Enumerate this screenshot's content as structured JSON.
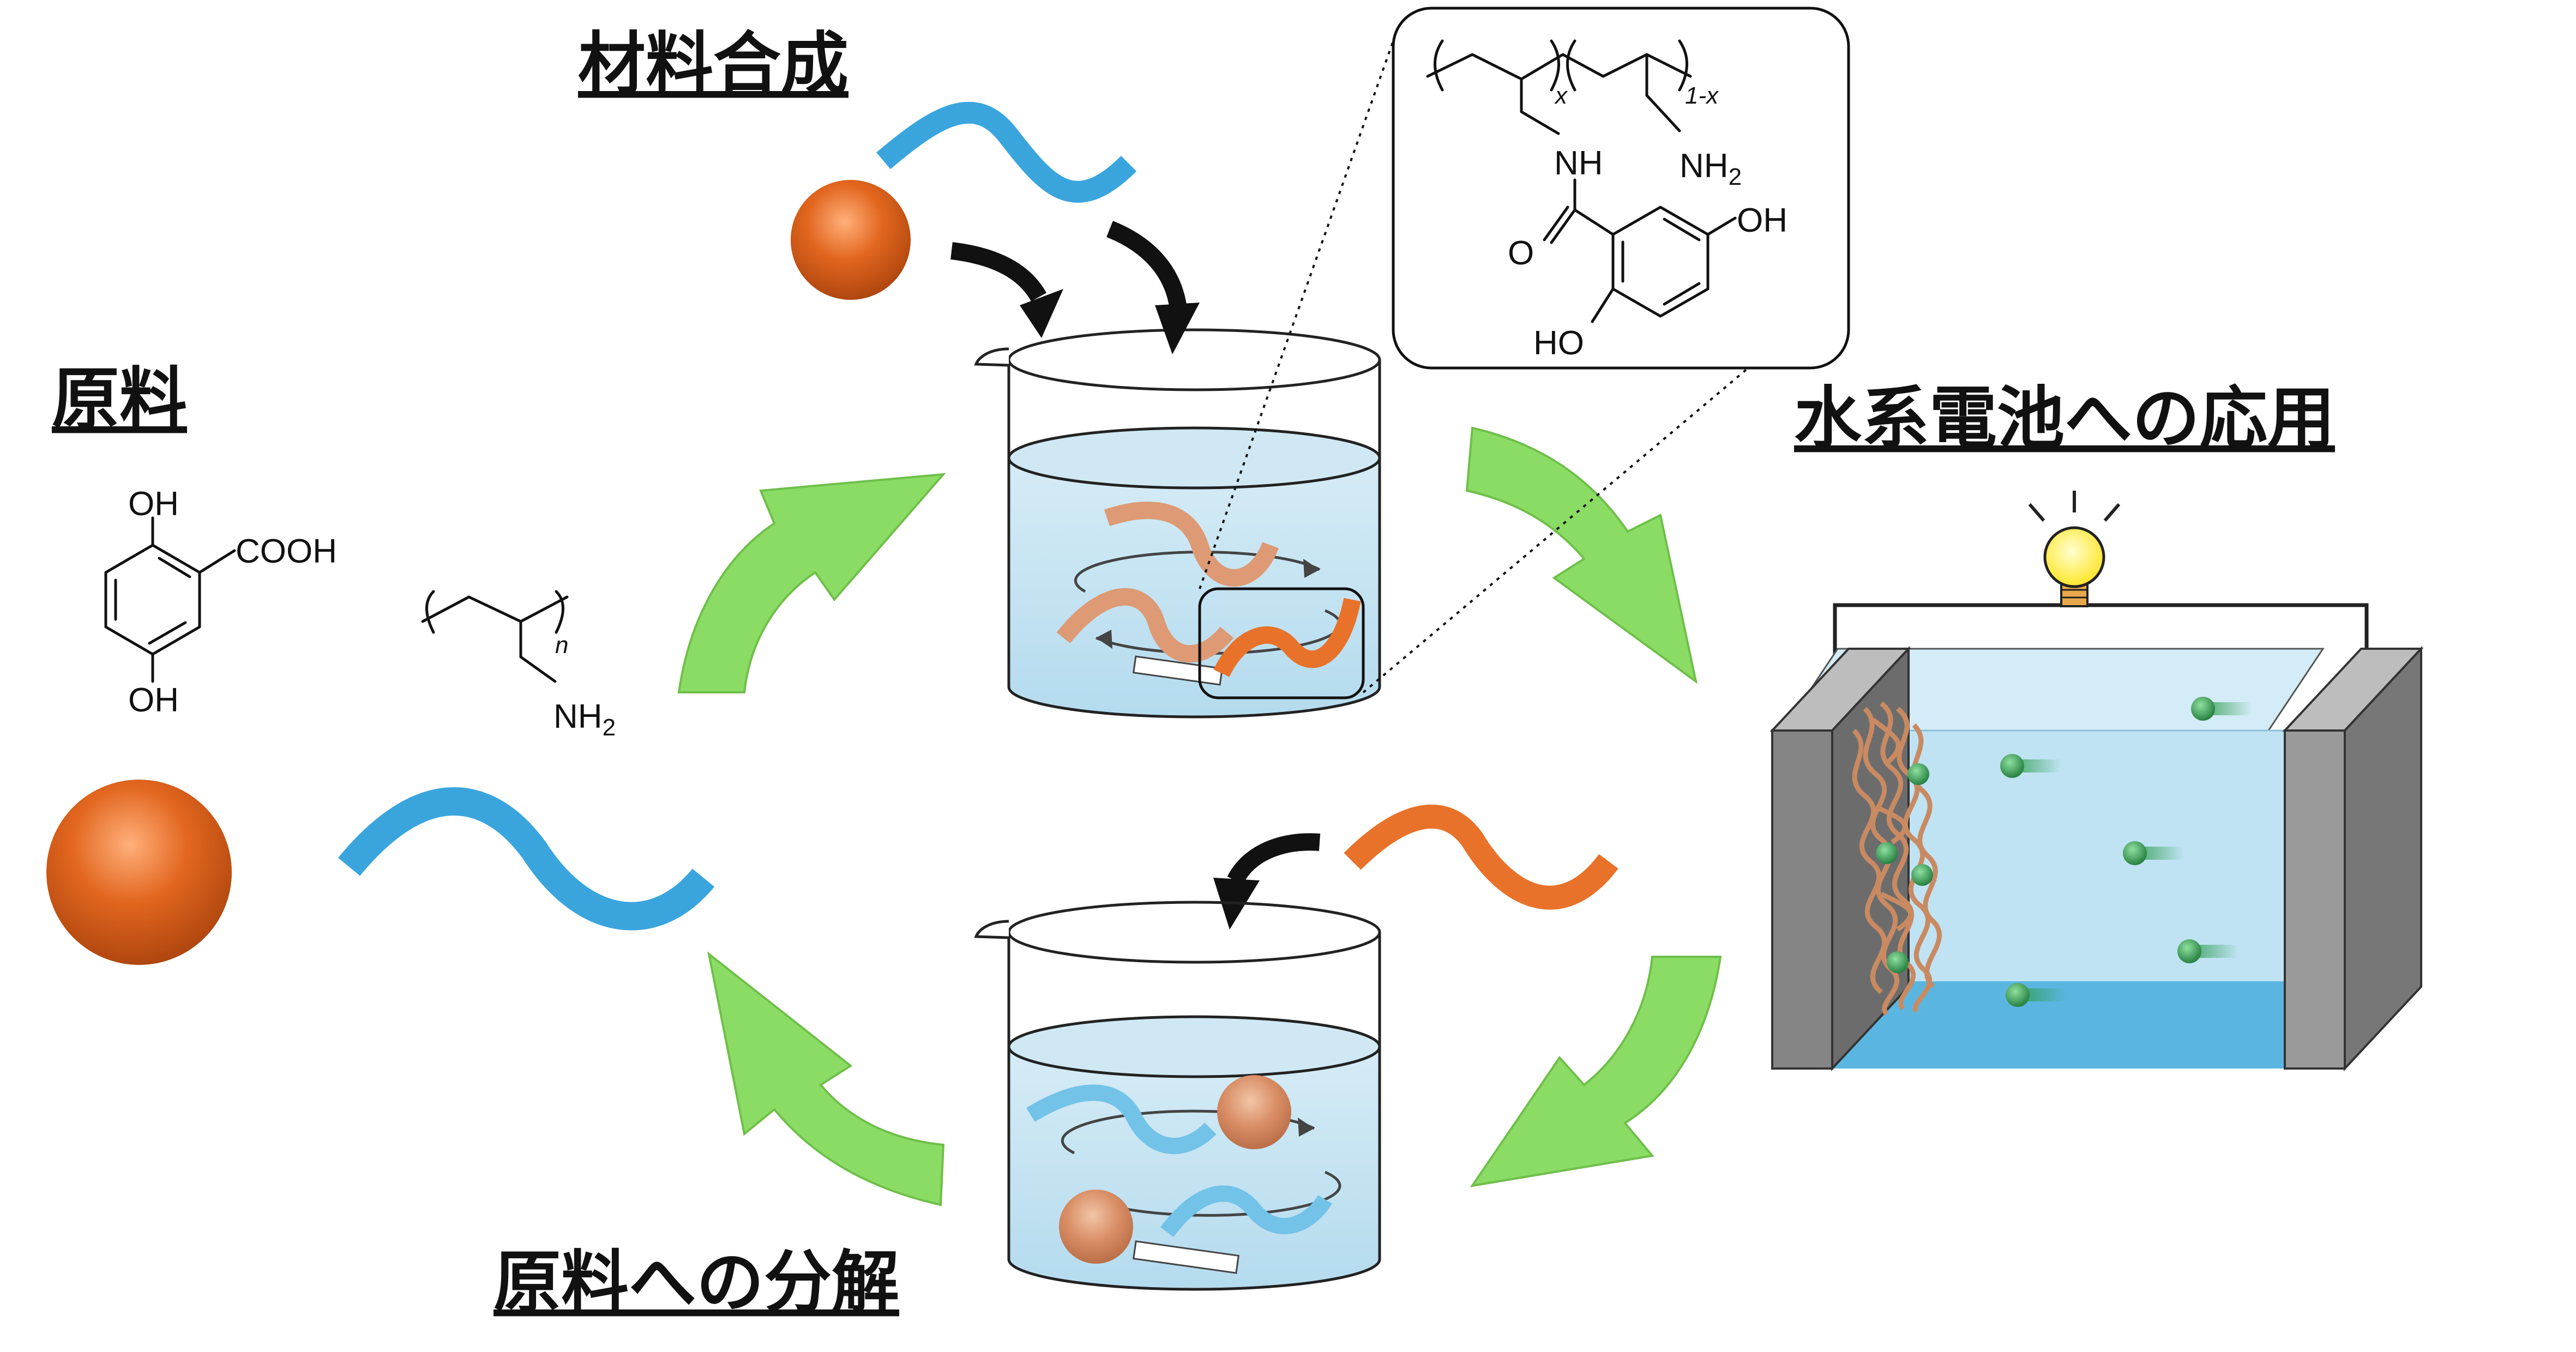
{
  "titles": {
    "synthesis": "材料合成",
    "raw_materials": "原料",
    "application": "水系電池への応用",
    "decomposition": "原料への分解"
  },
  "raw_molecule": {
    "top_substituent": "OH",
    "acid_group": "COOH",
    "bottom_substituent": "OH"
  },
  "raw_polymer": {
    "repeat_subscript": "n",
    "amine": "NH",
    "amine_sub": "2"
  },
  "copolymer": {
    "x_subscript": "x",
    "one_minus_x_subscript": "1-x",
    "amide_nh": "NH",
    "amine": "NH",
    "amine_sub": "2",
    "carbonyl_o": "O",
    "ring_oh_right": "OH",
    "ring_oh_bottom": "HO"
  },
  "colors": {
    "sphere_orange": "#e2661f",
    "polymer_blue": "#3aa5dd",
    "polymer_orange": "#e8722a",
    "polymer_faded_orange": "#dd9a74",
    "cycle_arrow_green": "#8bdc64",
    "water": "#bde0ee",
    "battery_electrolyte": "#bfe3f3",
    "battery_electrolyte_bottom": "#5ab6e0",
    "electrode_gray": "#8a8a8a",
    "ion_green": "#2f9e4f",
    "bulb_yellow": "#fff04a"
  }
}
